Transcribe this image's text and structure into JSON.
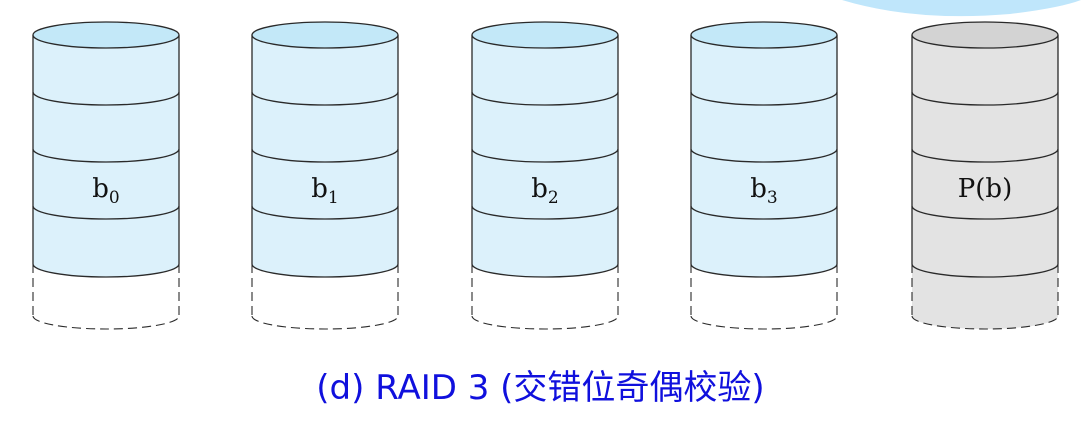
{
  "disks": [
    {
      "id": "disk0",
      "label": "b",
      "subscript": "0",
      "kind": "data",
      "fill": "#dcf1fb",
      "top_fill": "#c3e8f8"
    },
    {
      "id": "disk1",
      "label": "b",
      "subscript": "1",
      "kind": "data",
      "fill": "#dcf1fb",
      "top_fill": "#c3e8f8"
    },
    {
      "id": "disk2",
      "label": "b",
      "subscript": "2",
      "kind": "data",
      "fill": "#dcf1fb",
      "top_fill": "#c3e8f8"
    },
    {
      "id": "disk3",
      "label": "b",
      "subscript": "3",
      "kind": "data",
      "fill": "#dcf1fb",
      "top_fill": "#c3e8f8"
    },
    {
      "id": "disk4",
      "label": "P(b)",
      "subscript": "",
      "kind": "parity",
      "fill": "#e3e3e3",
      "top_fill": "#d3d3d3"
    }
  ],
  "caption": "(d) RAID 3 (交错位奇偶校验)",
  "colors": {
    "caption": "#1010dd",
    "outline": "#2a2a2a",
    "corner_decoration": "#bfe6fb"
  }
}
